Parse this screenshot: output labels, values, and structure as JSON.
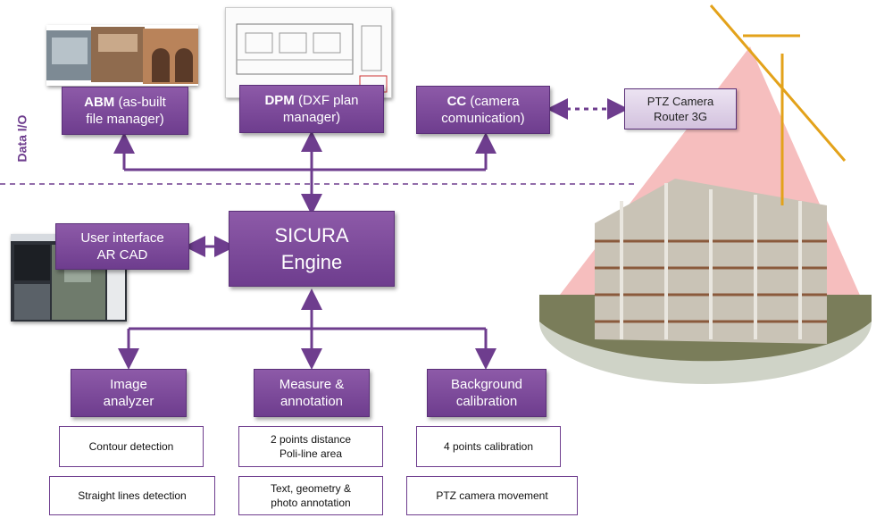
{
  "section_label": "Data I/O",
  "io_boxes": {
    "abm": {
      "title": "ABM",
      "rest": "(as-built",
      "line2": "file manager)"
    },
    "dpm": {
      "title": "DPM",
      "rest": "(DXF plan",
      "line2": "manager)"
    },
    "cc": {
      "title": "CC",
      "rest": "(camera",
      "line2": "comunication)"
    }
  },
  "ptz_box": {
    "line1": "PTZ Camera",
    "line2": "Router 3G"
  },
  "engine": {
    "line1": "SICURA",
    "line2": "Engine"
  },
  "ui_box": {
    "line1": "User interface",
    "line2": "AR CAD"
  },
  "modules": {
    "image": {
      "line1": "Image",
      "line2": "analyzer",
      "features": [
        "Contour detection",
        "Straight lines detection"
      ]
    },
    "measure": {
      "line1": "Measure &",
      "line2": "annotation",
      "features": [
        [
          "2 points distance",
          "Poli-line area"
        ],
        [
          "Text, geometry &",
          "photo annotation"
        ]
      ]
    },
    "background": {
      "line1": "Background",
      "line2": "calibration",
      "features": [
        "4 points calibration",
        "PTZ camera movement"
      ]
    }
  },
  "colors": {
    "primary": "#6e3d8e",
    "light": "#e3d7ec",
    "cone": "#f5b3b3"
  }
}
